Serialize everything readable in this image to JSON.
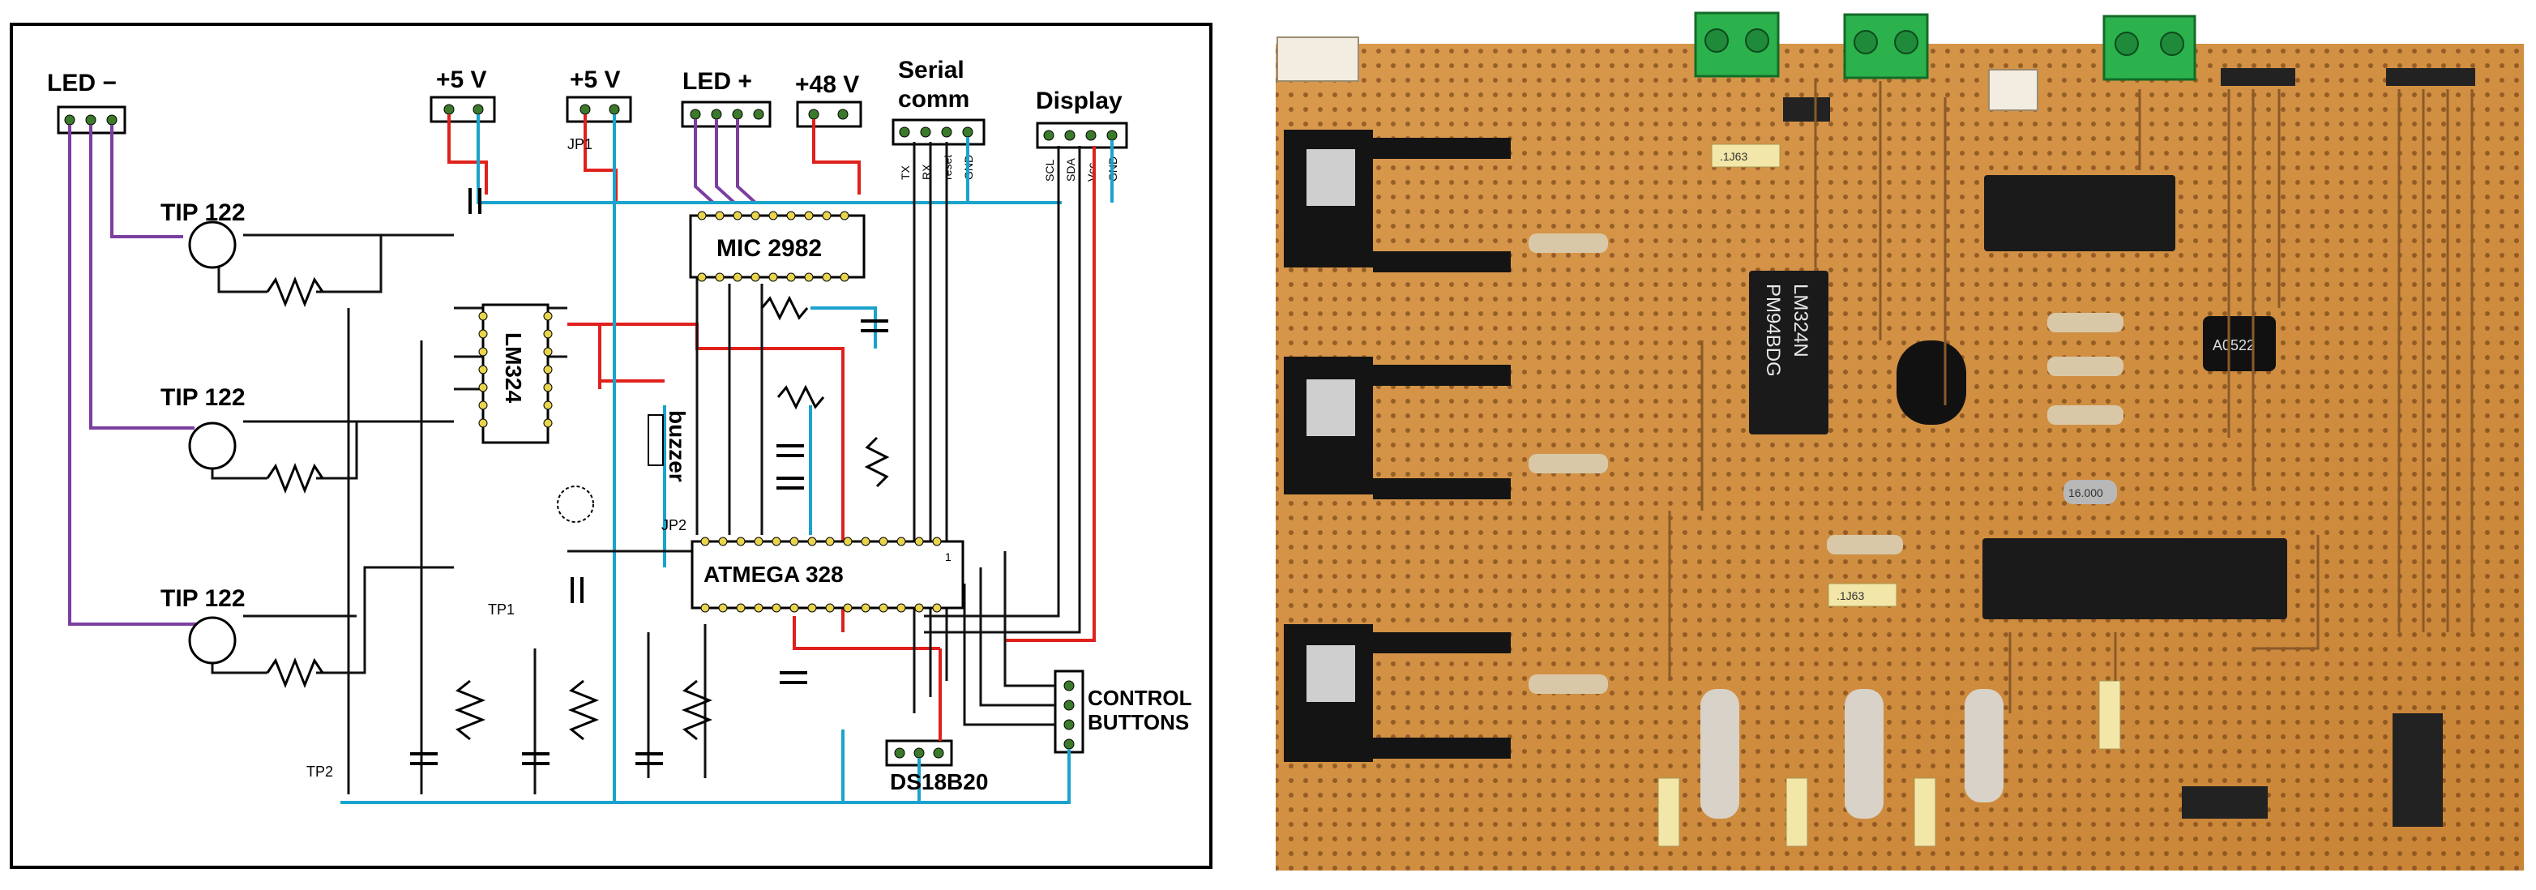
{
  "schematic": {
    "connectors": {
      "led_minus": "LED −",
      "plus5a": "+5 V",
      "plus5b": "+5 V",
      "led_plus": "LED +",
      "plus48": "+48 V",
      "serial_line1": "Serial",
      "serial_line2": "comm",
      "display": "Display",
      "control_line1": "CONTROL",
      "control_line2": "BUTTONS",
      "ds18b20": "DS18B20"
    },
    "pins": {
      "serial": [
        "TX",
        "RX",
        "reset",
        "GND"
      ],
      "display": [
        "SCL",
        "SDA",
        "Vcc",
        "GND"
      ]
    },
    "components": {
      "tip1": "TIP 122",
      "tip2": "TIP 122",
      "tip3": "TIP 122",
      "lm324": "LM324",
      "mic2982": "MIC 2982",
      "atmega": "ATMEGA 328",
      "buzzer": "buzzer",
      "jp1": "JP1",
      "jp2": "JP2",
      "tp1": "TP1",
      "tp2": "TP2",
      "pin1": "1"
    },
    "colors": {
      "power": "#e0201c",
      "ground": "#1aa3cc",
      "led": "#7b3fa0",
      "signal": "#111111"
    }
  },
  "board": {
    "ic_lm324": "LM324N",
    "ic_lm324_sub": "PM94BDG",
    "cap_label": "A0522",
    "capacitor_marking": ".1J63",
    "crystal": "16.000"
  }
}
